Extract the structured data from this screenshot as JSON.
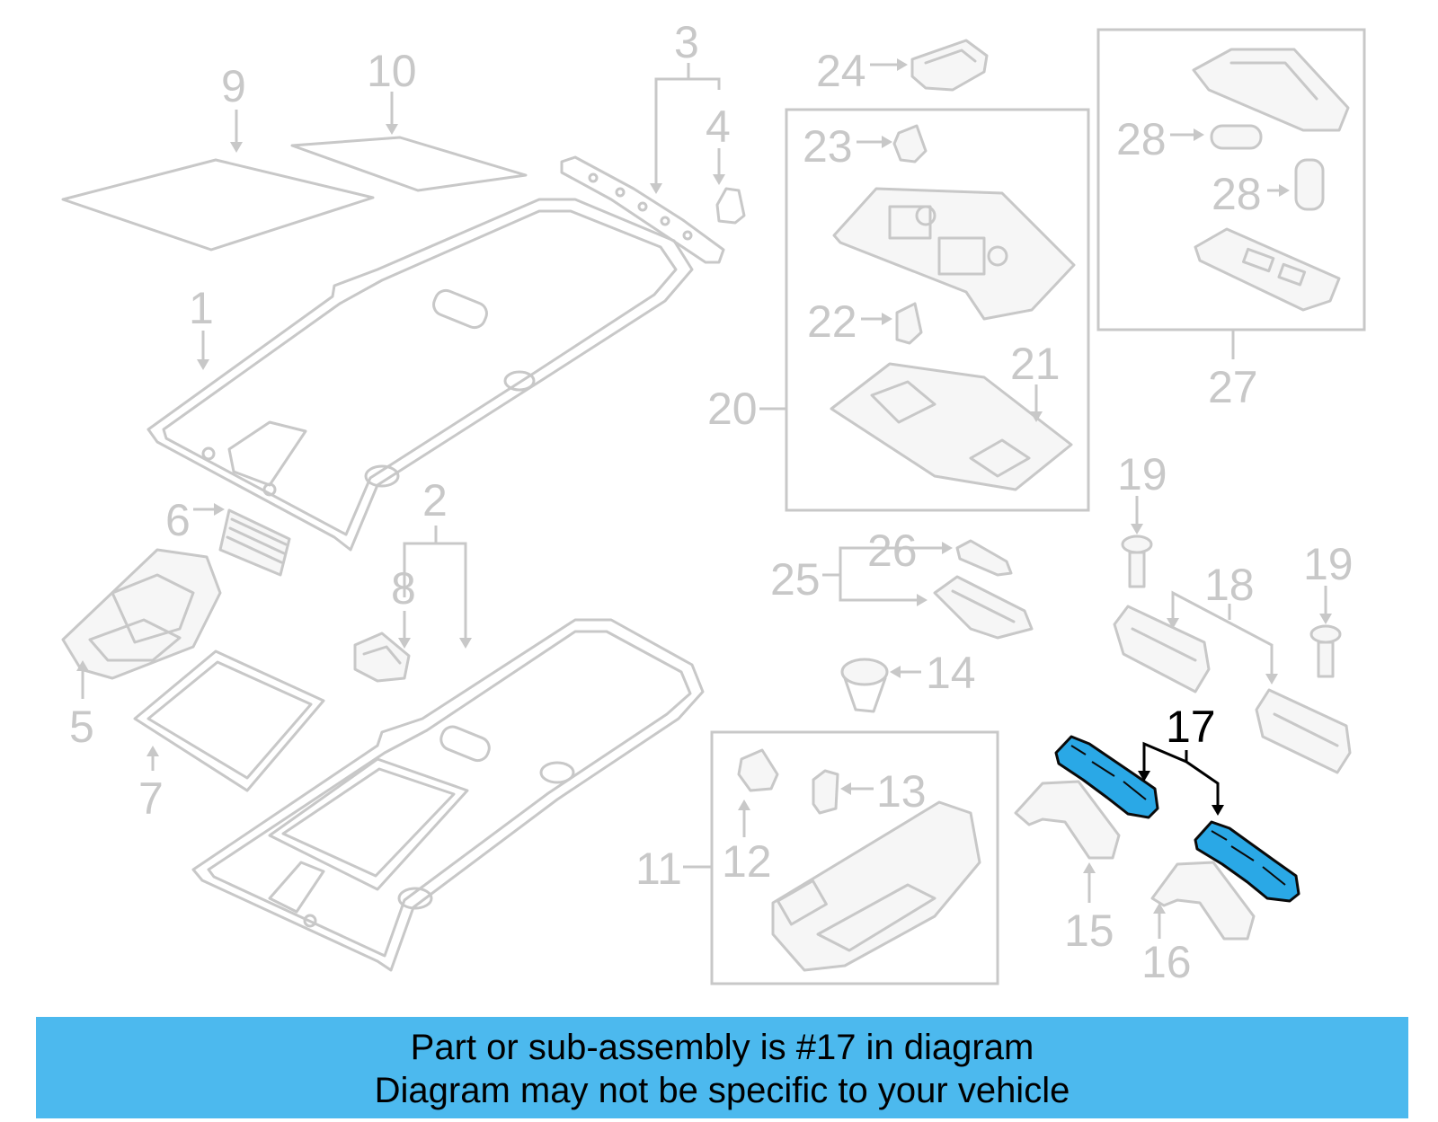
{
  "labels": {
    "p1": "1",
    "p2": "2",
    "p3": "3",
    "p4": "4",
    "p5": "5",
    "p6": "6",
    "p7": "7",
    "p8": "8",
    "p9": "9",
    "p10": "10",
    "p11": "11",
    "p12": "12",
    "p13": "13",
    "p14": "14",
    "p15": "15",
    "p16": "16",
    "p17": "17",
    "p18": "18",
    "p19a": "19",
    "p19b": "19",
    "p20": "20",
    "p21": "21",
    "p22": "22",
    "p23": "23",
    "p24": "24",
    "p25": "25",
    "p26": "26",
    "p27": "27",
    "p28a": "28",
    "p28b": "28"
  },
  "banner": {
    "line1": "Part or sub-assembly is #17 in diagram",
    "line2": "Diagram may not be specific to your vehicle"
  },
  "colors": {
    "highlight": "#2aa8e6",
    "banner": "#4cb9ee",
    "line_art": "#c8c8c8"
  }
}
